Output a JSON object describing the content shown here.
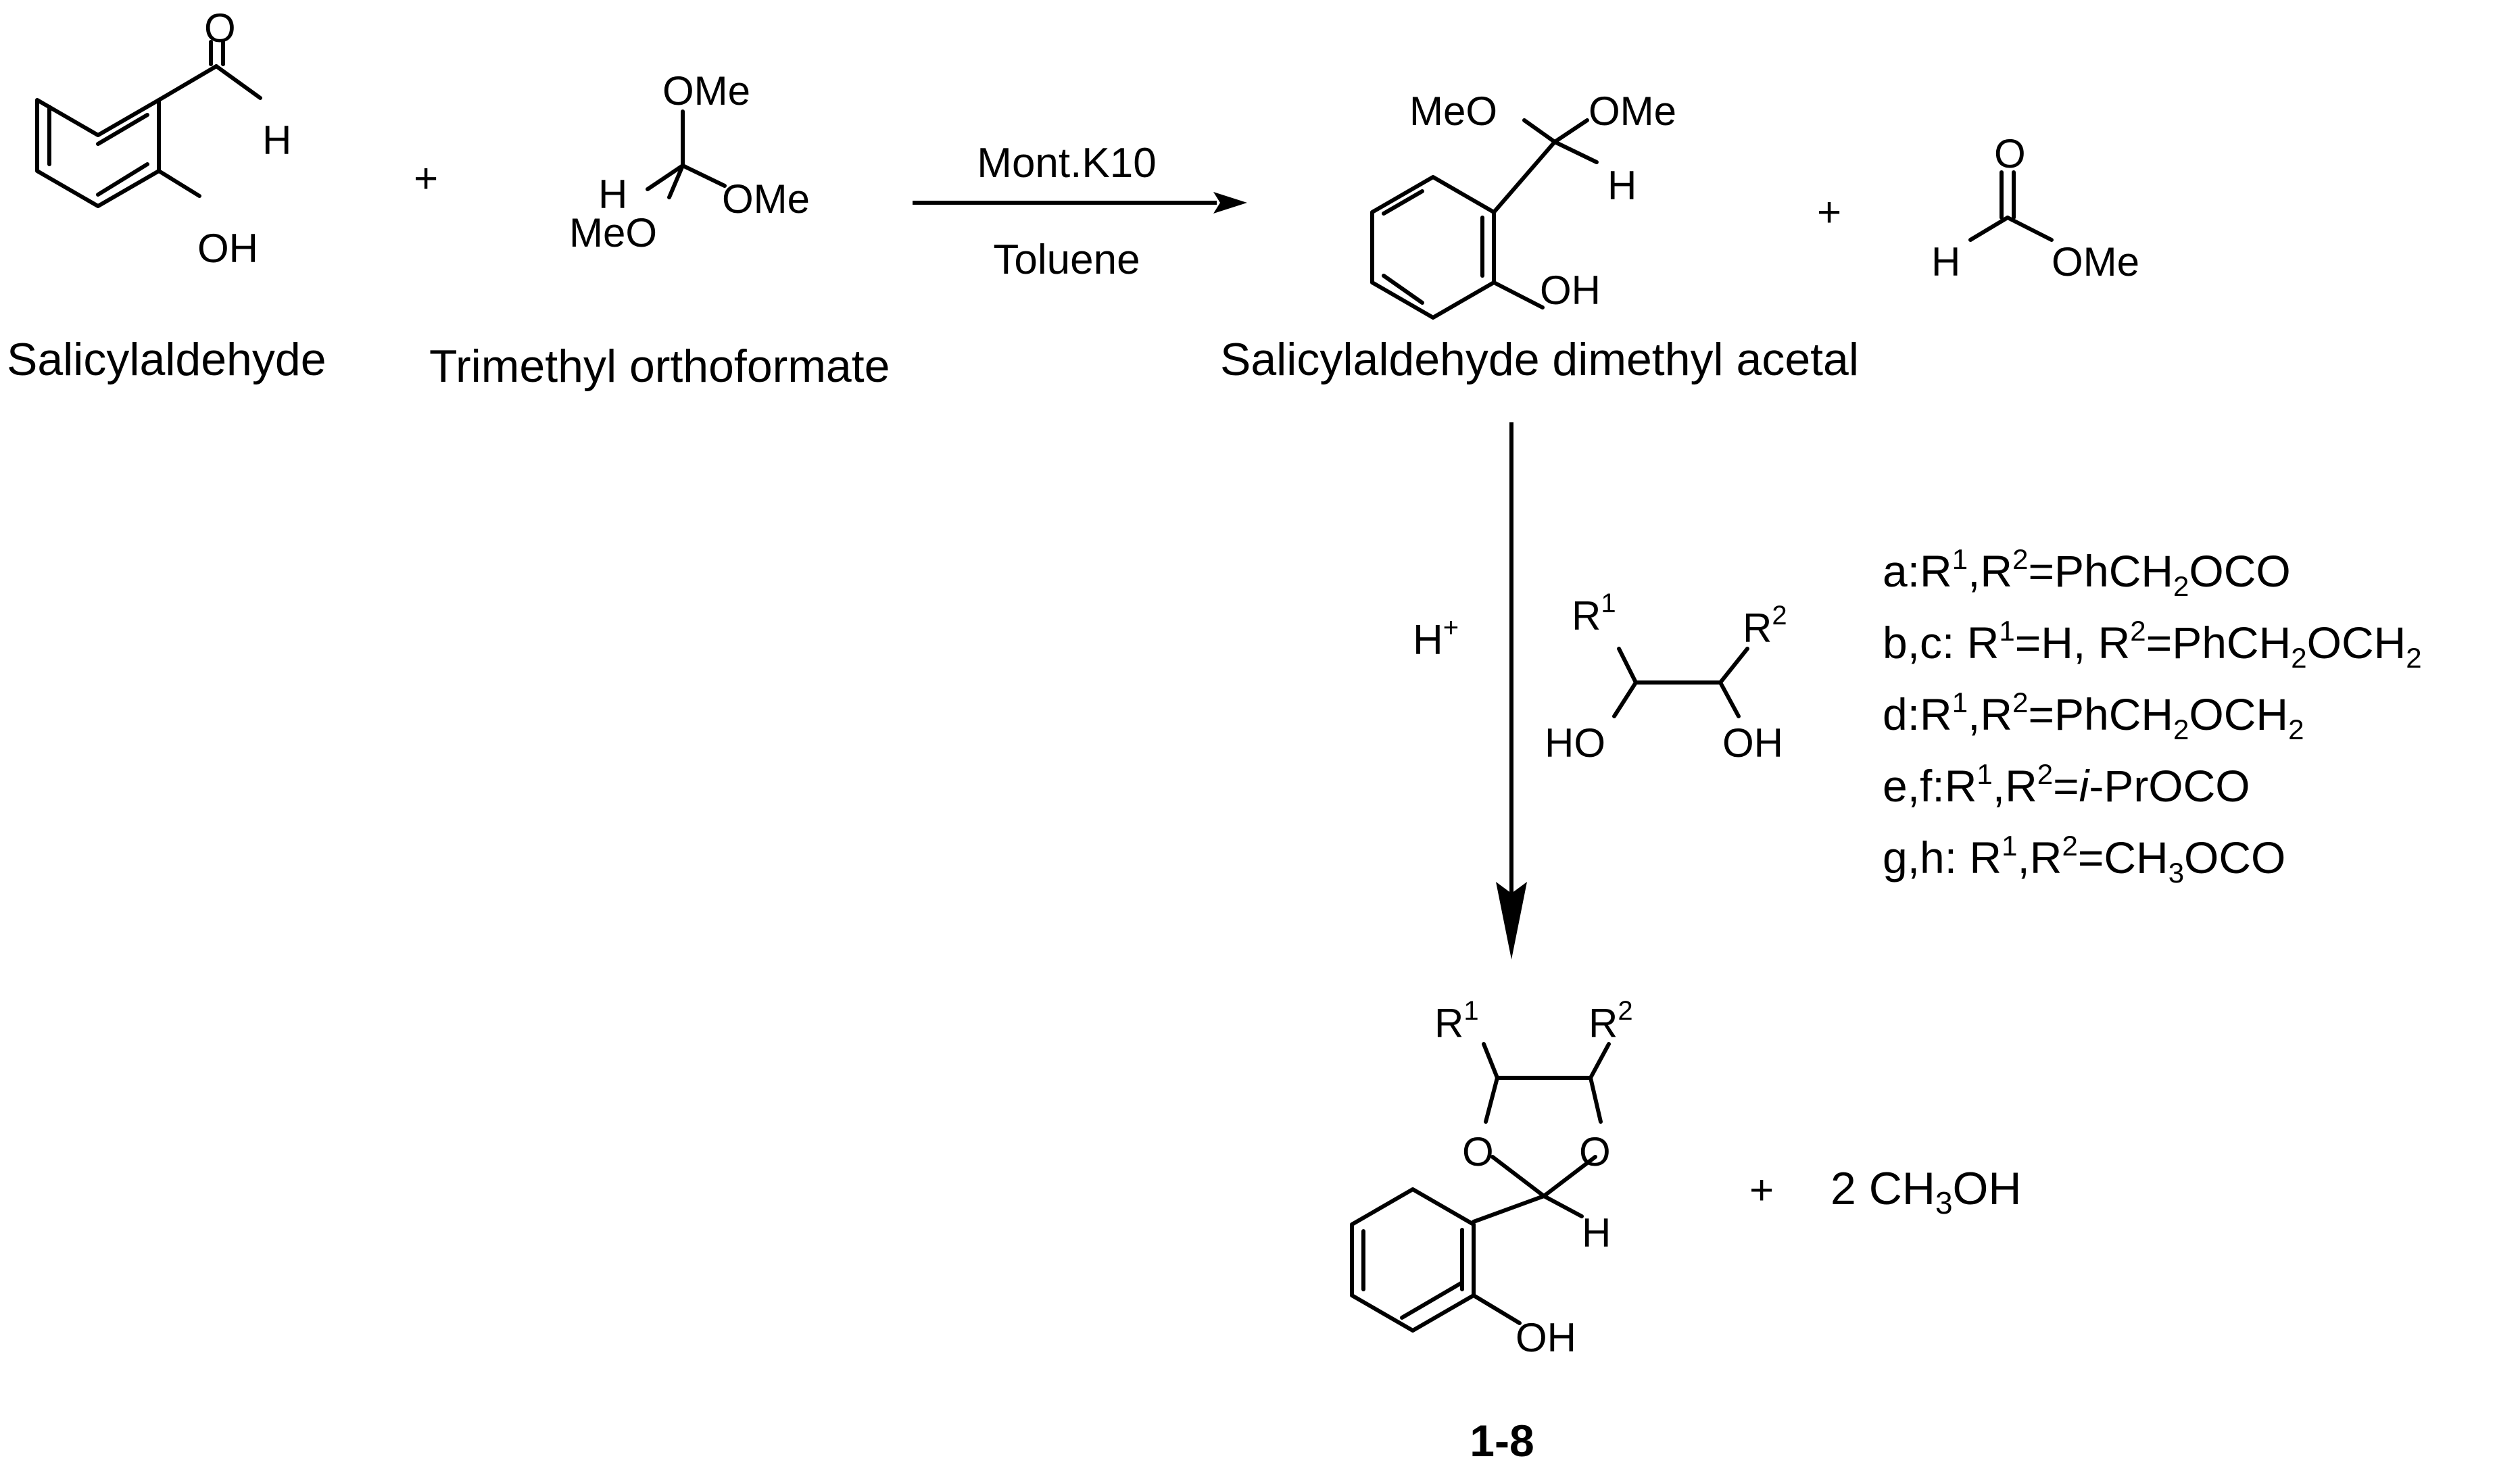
{
  "colors": {
    "ink": "#000000",
    "background": "#ffffff"
  },
  "reaction_1": {
    "reactant_1": {
      "name": "Salicylaldehyde",
      "atoms": {
        "o_carbonyl": "O",
        "h_ald": "H",
        "oh": "OH"
      }
    },
    "plus_1": "+",
    "reactant_2": {
      "name": "Trimethyl orthoformate",
      "atoms": {
        "ome_top": "OMe",
        "h": "H",
        "ome_right": "OMe",
        "meo": "MeO"
      }
    },
    "conditions": {
      "catalyst": "Mont.K10",
      "solvent": "Toluene"
    },
    "product": {
      "name": "Salicylaldehyde dimethyl acetal",
      "atoms": {
        "meo": "MeO",
        "ome": "OMe",
        "h": "H",
        "oh": "OH"
      }
    },
    "plus_2": "+",
    "byproduct": {
      "atoms": {
        "o": "O",
        "h": "H",
        "ome": "OMe"
      }
    }
  },
  "reaction_2": {
    "acid": {
      "main": "H",
      "sup": "+"
    },
    "diol": {
      "r1": {
        "main": "R",
        "sup": "1"
      },
      "r2": {
        "main": "R",
        "sup": "2"
      },
      "ho": "HO",
      "oh": "OH"
    },
    "substituents": [
      {
        "segments": [
          [
            "a:R",
            ""
          ],
          [
            "1",
            "sup"
          ],
          [
            ",R",
            ""
          ],
          [
            "2",
            "sup"
          ],
          [
            "=PhCH",
            ""
          ],
          [
            "2",
            "sub"
          ],
          [
            "OCO",
            ""
          ]
        ]
      },
      {
        "segments": [
          [
            "b,c: R",
            ""
          ],
          [
            "1",
            "sup"
          ],
          [
            "=H, R",
            ""
          ],
          [
            "2",
            "sup"
          ],
          [
            "=PhCH",
            ""
          ],
          [
            "2",
            "sub"
          ],
          [
            "OCH",
            ""
          ],
          [
            "2",
            "sub"
          ]
        ]
      },
      {
        "segments": [
          [
            "d:R",
            ""
          ],
          [
            "1",
            "sup"
          ],
          [
            ",R",
            ""
          ],
          [
            "2",
            "sup"
          ],
          [
            "=PhCH",
            ""
          ],
          [
            "2",
            "sub"
          ],
          [
            "OCH",
            ""
          ],
          [
            "2",
            "sub"
          ]
        ]
      },
      {
        "segments": [
          [
            "e,f:R",
            ""
          ],
          [
            "1",
            "sup"
          ],
          [
            ",R",
            ""
          ],
          [
            "2",
            "sup"
          ],
          [
            "=",
            ""
          ],
          [
            "i",
            "ital"
          ],
          [
            "-PrOCO",
            ""
          ]
        ]
      },
      {
        "segments": [
          [
            "g,h: R",
            ""
          ],
          [
            "1",
            "sup"
          ],
          [
            ",R",
            ""
          ],
          [
            "2",
            "sup"
          ],
          [
            "=CH",
            ""
          ],
          [
            "3",
            "sub"
          ],
          [
            "OCO",
            ""
          ]
        ]
      }
    ],
    "product": {
      "r1": {
        "main": "R",
        "sup": "1"
      },
      "r2": {
        "main": "R",
        "sup": "2"
      },
      "o_left": "O",
      "o_right": "O",
      "h": "H",
      "oh": "OH",
      "compound_label": "1-8"
    },
    "plus": "+",
    "byproduct": {
      "coef": "2 CH",
      "sub": "3",
      "rest": "OH"
    }
  }
}
